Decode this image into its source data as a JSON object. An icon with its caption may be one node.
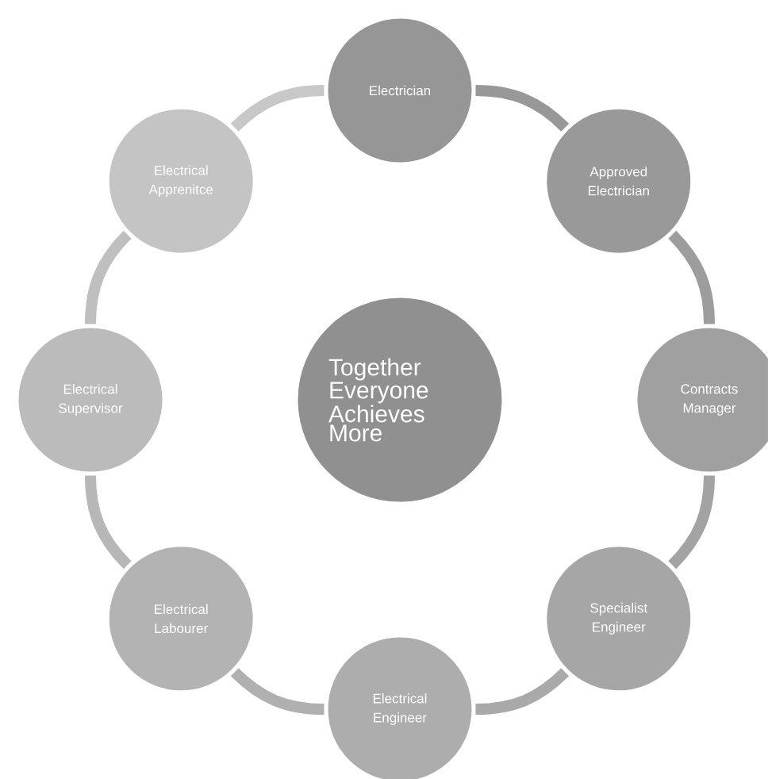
{
  "diagram": {
    "nodes": [
      {
        "text": [
          "Together Everyone Achieves More"
        ]
      },
      {
        "text": [
          "Electrician"
        ]
      },
      {
        "text": [
          "Approved Electrician"
        ]
      },
      {
        "text": [
          "Contracts Manager"
        ]
      },
      {
        "text": [
          "Specialist Engineer"
        ]
      },
      {
        "text": [
          "Electrical Engineer"
        ]
      },
      {
        "text": [
          "Electrical Labourer"
        ]
      },
      {
        "text": [
          "Electrical Supervisor"
        ]
      },
      {
        "text": [
          "Electrical Apprenitce"
        ]
      }
    ],
    "edges": [
      {
        "from": 1,
        "to": 2,
        "arrow": "none",
        "color": "#989898"
      },
      {
        "from": 2,
        "to": 3,
        "arrow": "none",
        "color": "#9d9d9d"
      },
      {
        "from": 3,
        "to": 4,
        "arrow": "none",
        "color": "#a3a3a3"
      },
      {
        "from": 4,
        "to": 5,
        "arrow": "none",
        "color": "#a9a9a9"
      },
      {
        "from": 5,
        "to": 6,
        "arrow": "none",
        "color": "#b0b0b0"
      },
      {
        "from": 6,
        "to": 7,
        "arrow": "none",
        "color": "#b7b7b7"
      },
      {
        "from": 7,
        "to": 8,
        "arrow": "none",
        "color": "#bfbfbf"
      },
      {
        "from": 8,
        "to": 1,
        "arrow": "none",
        "color": "#c8c8c8"
      }
    ]
  }
}
